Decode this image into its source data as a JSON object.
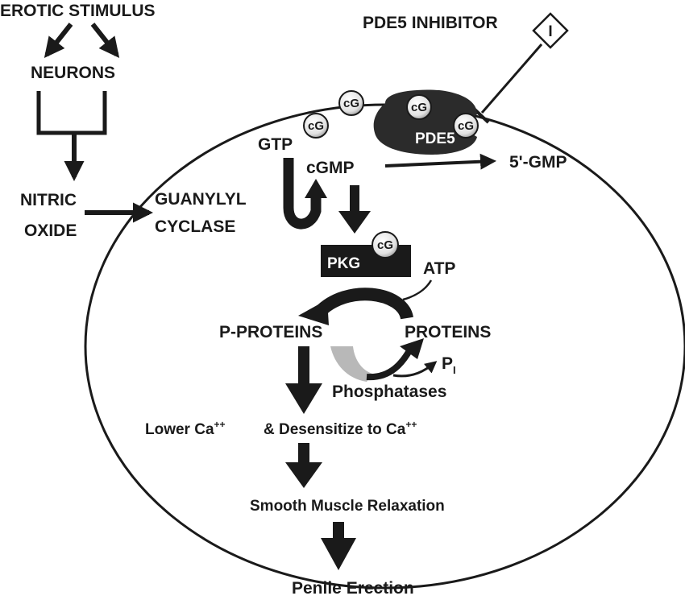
{
  "labels": {
    "erotic_stimulus": "EROTIC STIMULUS",
    "neurons": "NEURONS",
    "nitric": "NITRIC",
    "oxide": "OXIDE",
    "guanylyl": "GUANYLYL",
    "cyclase": "CYCLASE",
    "pde5_inhibitor": "PDE5 INHIBITOR",
    "inhibitor_symbol": "I",
    "gtp": "GTP",
    "cgmp": "cGMP",
    "five_gmp": "5'-GMP",
    "pde5": "PDE5",
    "cg": "cG",
    "pkg": "PKG",
    "atp": "ATP",
    "p_proteins": "P-PROTEINS",
    "proteins": "PROTEINS",
    "pi_letter": "P",
    "pi_sub": "I",
    "phosphatases": "Phosphatases",
    "lower_ca": "Lower Ca",
    "lower_ca_sup": "++",
    "desensitize": "& Desensitize to Ca",
    "desensitize_sup": "++",
    "smooth_muscle": "Smooth Muscle Relaxation",
    "penile_erection": "Penile Erection"
  },
  "colors": {
    "ink": "#1a1a1a",
    "pde5_fill": "#2b2b2b",
    "phosphatase_arc": "#b8b8b8",
    "background": "#ffffff"
  },
  "icons": {
    "cg_molecule": "circle-cg-icon",
    "inhibitor": "diamond-icon"
  }
}
